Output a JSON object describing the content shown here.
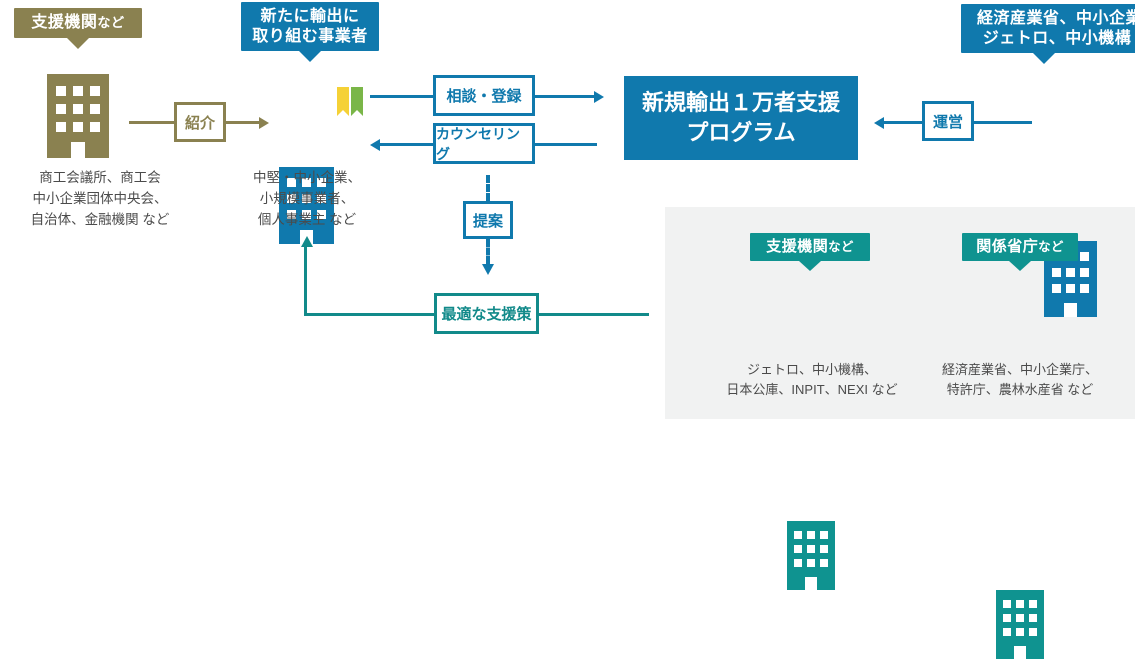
{
  "palette": {
    "blue": "#1079ad",
    "blue_dark": "#0e6e9e",
    "teal": "#0f9390",
    "teal_line": "#128a8a",
    "olive": "#8a8150",
    "gray_panel": "#f1f2f2",
    "caption_text": "#4b4b4b",
    "book_left": "#f5d136",
    "book_right": "#7ab648",
    "white": "#ffffff"
  },
  "left_group": {
    "callout": {
      "main": "支援機関",
      "suffix": "など",
      "color": "#8a8150",
      "icon": "building-icon"
    },
    "caption": "商工会議所、商工会\n中小企業団体中央会、\n自治体、金融機関 など"
  },
  "center_group": {
    "callout": {
      "line1": "新たに輸出に",
      "line2": "取り組む事業者",
      "color": "#1079ad",
      "icon": "building-icon"
    },
    "caption": "中堅・中小企業、\n小規模事業者、\n個人事業主 など",
    "book_icon": "open-book-icon"
  },
  "right_group": {
    "callout": {
      "line1": "経済産業省、中小企業庁、",
      "line2": "ジェトロ、中小機構 など",
      "color": "#1079ad",
      "icon": "building-icon"
    }
  },
  "program": {
    "line1": "新規輸出１万者支援",
    "line2": "プログラム"
  },
  "flows": {
    "introduce": {
      "label": "紹介",
      "color": "#8a8150",
      "direction": "right"
    },
    "consult": {
      "label": "相談・登録",
      "color": "#1079ad",
      "direction": "right"
    },
    "counseling": {
      "label": "カウンセリング",
      "color": "#1079ad",
      "direction": "left"
    },
    "proposal": {
      "label": "提案",
      "color": "#1079ad",
      "direction": "down",
      "style": "dashed"
    },
    "best_support": {
      "label": "最適な支援策",
      "color": "#128a8a",
      "direction": "up"
    },
    "operation": {
      "label": "運営",
      "color": "#1079ad",
      "direction": "left"
    }
  },
  "panel": {
    "items": [
      {
        "callout_main": "支援機関",
        "callout_suffix": "など",
        "caption": "ジェトロ、中小機構、\n日本公庫、INPIT、NEXI など",
        "icon": "building-icon"
      },
      {
        "callout_main": "関係省庁",
        "callout_suffix": "など",
        "caption": "経済産業省、中小企業庁、\n特許庁、農林水産省 など",
        "icon": "building-icon"
      }
    ]
  }
}
